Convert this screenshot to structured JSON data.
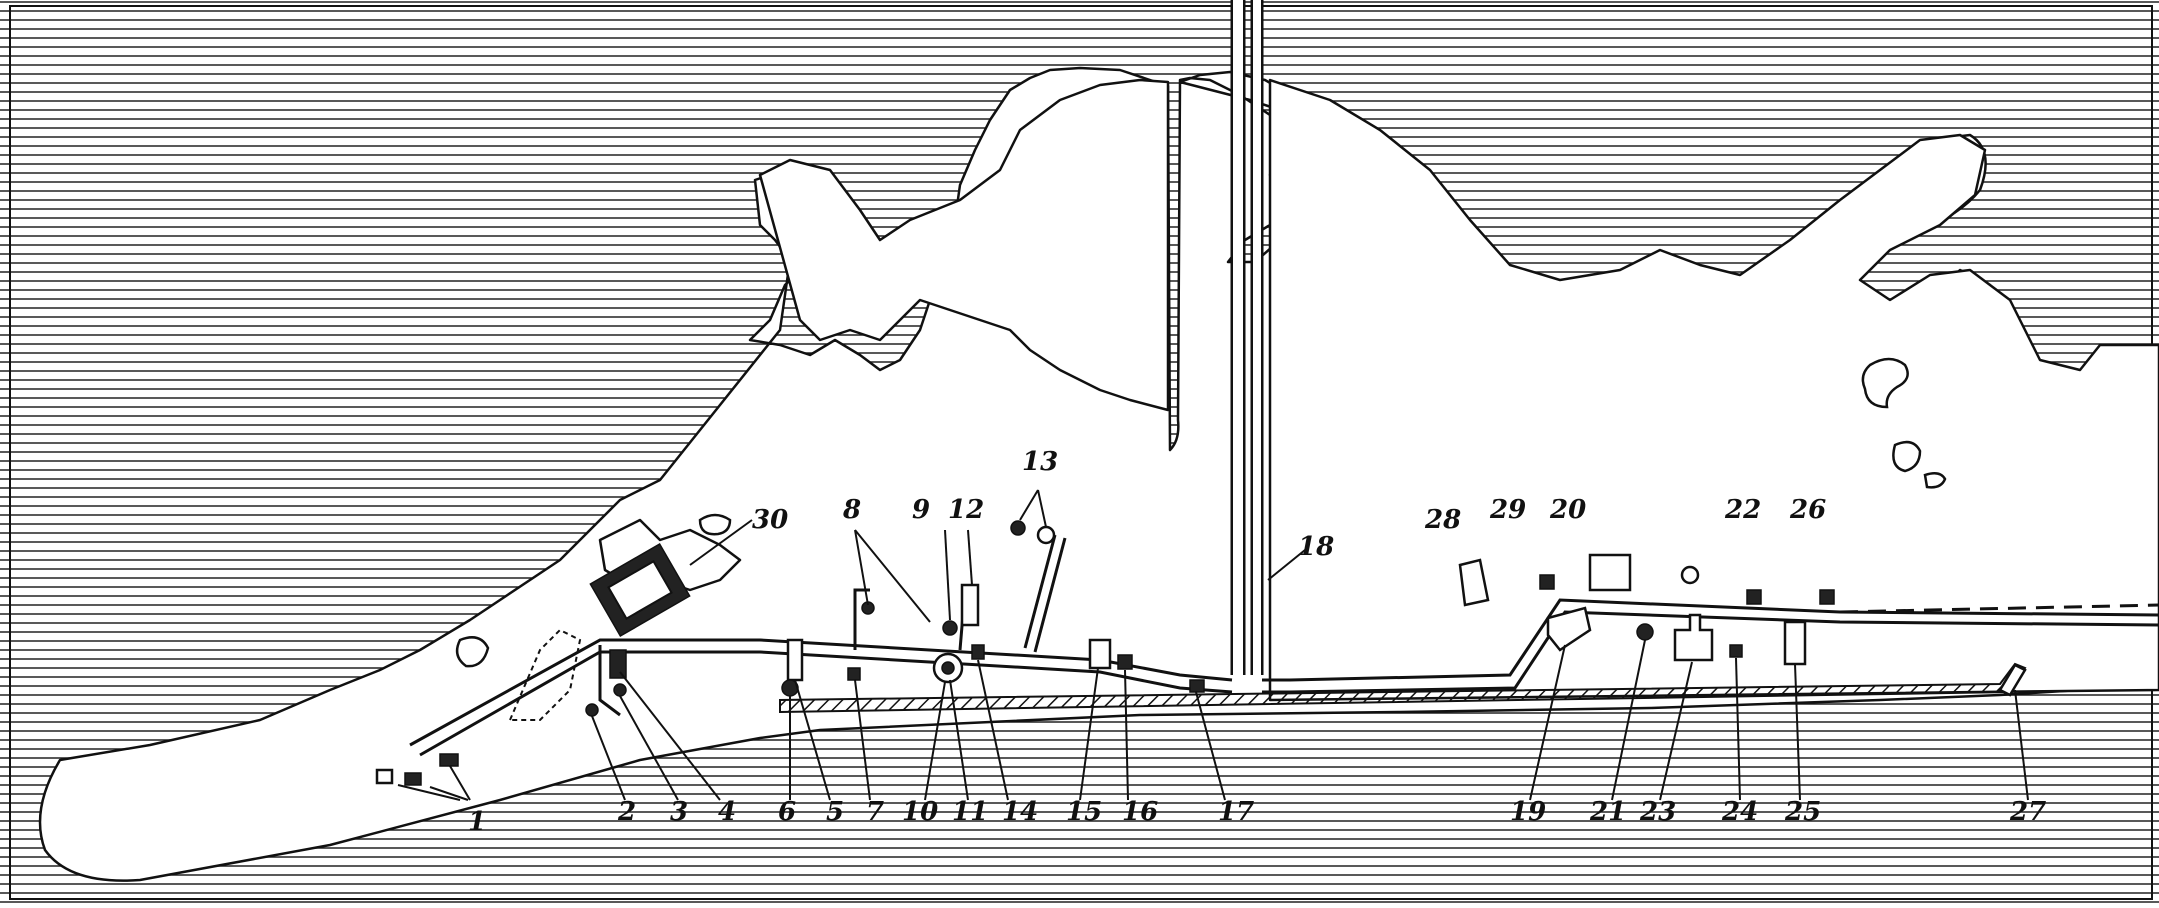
{
  "colors": {
    "water_lines": "#222222",
    "land": "#ffffff",
    "ink": "#111111"
  },
  "labels": {
    "l1": "1",
    "l2": "2",
    "l3": "3",
    "l4": "4",
    "l5": "5",
    "l6": "6",
    "l7": "7",
    "l8": "8",
    "l9": "9",
    "l10": "10",
    "l11": "11",
    "l12": "12",
    "l13": "13",
    "l14": "14",
    "l15": "15",
    "l16": "16",
    "l17": "17",
    "l18": "18",
    "l19": "19",
    "l20": "20",
    "l21": "21",
    "l22": "22",
    "l23": "23",
    "l24": "24",
    "l25": "25",
    "l26": "26",
    "l27": "27",
    "l28": "28",
    "l29": "29",
    "l30": "30"
  }
}
